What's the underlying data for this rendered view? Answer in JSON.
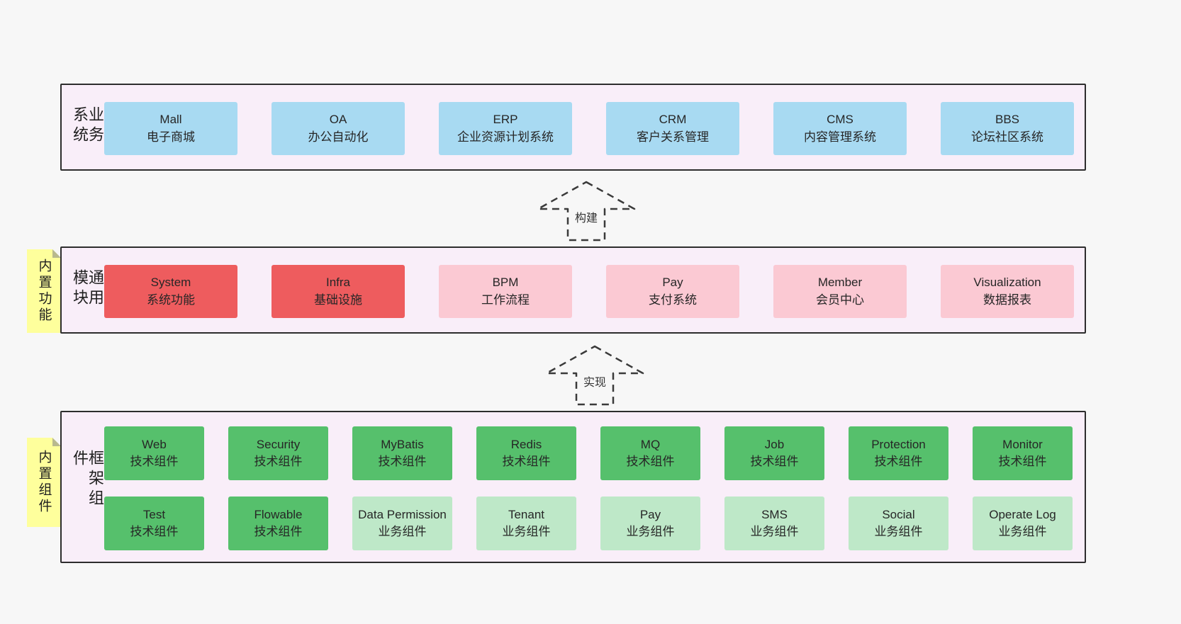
{
  "colors": {
    "blue_box": "#a8daf2",
    "red_box": "#ee5c5e",
    "pink_box": "#fbc9d3",
    "green_dark_box": "#56c06c",
    "green_light_box": "#bee8c8",
    "panel_bg": "#f9eef9",
    "panel_border": "#2d2d2d",
    "sticky_bg": "#feff9c",
    "page_bg": "#f7f7f7"
  },
  "arrows": [
    {
      "label": "构建"
    },
    {
      "label": "实现"
    }
  ],
  "sections": [
    {
      "label": "业务系统",
      "items": [
        {
          "en": "Mall",
          "zh": "电子商城"
        },
        {
          "en": "OA",
          "zh": "办公自动化"
        },
        {
          "en": "ERP",
          "zh": "企业资源计划系统"
        },
        {
          "en": "CRM",
          "zh": "客户关系管理"
        },
        {
          "en": "CMS",
          "zh": "内容管理系统"
        },
        {
          "en": "BBS",
          "zh": "论坛社区系统"
        }
      ]
    },
    {
      "label": "通用模块",
      "sticky": "内置功能",
      "items": [
        {
          "en": "System",
          "zh": "系统功能"
        },
        {
          "en": "Infra",
          "zh": "基础设施"
        },
        {
          "en": "BPM",
          "zh": "工作流程"
        },
        {
          "en": "Pay",
          "zh": "支付系统"
        },
        {
          "en": "Member",
          "zh": "会员中心"
        },
        {
          "en": "Visualization",
          "zh": "数据报表"
        }
      ]
    },
    {
      "label": "框架组件",
      "sticky": "内置组件",
      "rows": [
        [
          {
            "en": "Web",
            "zh": "技术组件"
          },
          {
            "en": "Security",
            "zh": "技术组件"
          },
          {
            "en": "MyBatis",
            "zh": "技术组件"
          },
          {
            "en": "Redis",
            "zh": "技术组件"
          },
          {
            "en": "MQ",
            "zh": "技术组件"
          },
          {
            "en": "Job",
            "zh": "技术组件"
          },
          {
            "en": "Protection",
            "zh": "技术组件"
          },
          {
            "en": "Monitor",
            "zh": "技术组件"
          }
        ],
        [
          {
            "en": "Test",
            "zh": "技术组件"
          },
          {
            "en": "Flowable",
            "zh": "技术组件"
          },
          {
            "en": "Data Permission",
            "zh": "业务组件"
          },
          {
            "en": "Tenant",
            "zh": "业务组件"
          },
          {
            "en": "Pay",
            "zh": "业务组件"
          },
          {
            "en": "SMS",
            "zh": "业务组件"
          },
          {
            "en": "Social",
            "zh": "业务组件"
          },
          {
            "en": "Operate Log",
            "zh": "业务组件"
          }
        ]
      ]
    }
  ]
}
